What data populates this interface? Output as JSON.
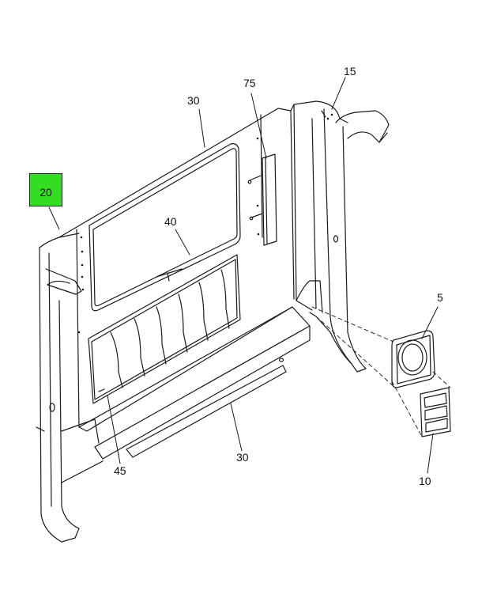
{
  "callouts": {
    "c20": "20",
    "c30_top": "30",
    "c75": "75",
    "c15": "15",
    "c40": "40",
    "c5": "5",
    "c45": "45",
    "c30_bottom": "30",
    "c10": "10"
  },
  "colors": {
    "highlight": "#33dd22",
    "line": "#1a1a1a"
  }
}
